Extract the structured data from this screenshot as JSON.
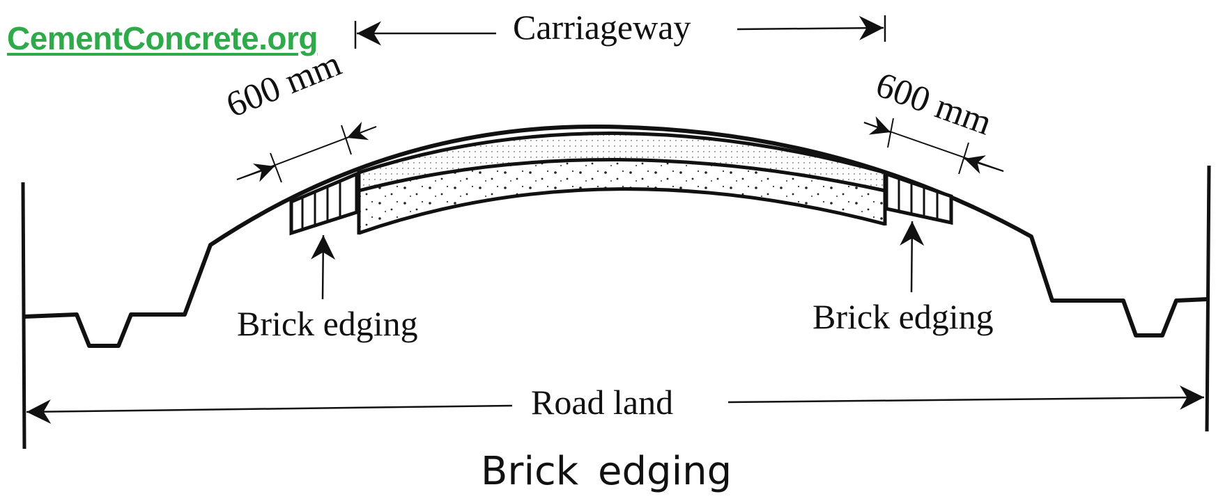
{
  "watermark": {
    "text": "CementConcrete.org",
    "color": "#2eaa4a"
  },
  "labels": {
    "carriageway": "Carriageway",
    "width_left": "600 mm",
    "width_right": "600 mm",
    "brick_edging_left": "Brick edging",
    "brick_edging_right": "Brick edging",
    "road_land": "Road land"
  },
  "caption": "Brick edging",
  "colors": {
    "line": "#111111",
    "background": "#ffffff"
  }
}
